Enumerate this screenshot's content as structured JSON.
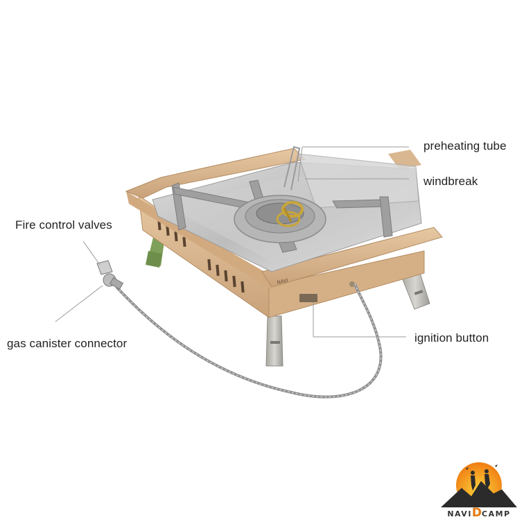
{
  "labels": {
    "preheating_tube": "preheating tube",
    "windbreak": "windbreak",
    "fire_control_valves": "Fire control valves",
    "gas_canister_connector": "gas canister connector",
    "ignition_button": "ignition button"
  },
  "logo": {
    "part1": "NAVI",
    "part2": "D",
    "part3": "CAMP"
  },
  "colors": {
    "frame": "#d8b58c",
    "steel": "#c9c9c9",
    "leg": "#b8b6b0",
    "brass": "#c9a53a",
    "logo_sun": "#f08a1c"
  }
}
